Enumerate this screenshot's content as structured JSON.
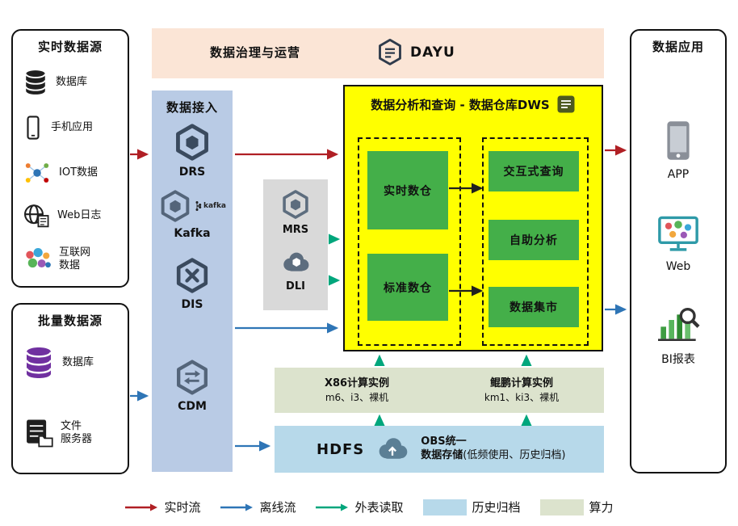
{
  "realtime_sources": {
    "title": "实时数据源",
    "items": [
      {
        "label": "数据库",
        "icon": "database-icon"
      },
      {
        "label": "手机应用",
        "icon": "mobile-phone-icon"
      },
      {
        "label": "IOT数据",
        "icon": "iot-icon"
      },
      {
        "label": "Web日志",
        "icon": "web-log-icon"
      },
      {
        "label": "互联网\n数据",
        "icon": "internet-data-icon"
      }
    ]
  },
  "batch_sources": {
    "title": "批量数据源",
    "items": [
      {
        "label": "数据库",
        "icon": "database-purple-icon"
      },
      {
        "label": "文件\n服务器",
        "icon": "file-server-icon"
      }
    ]
  },
  "governance": {
    "title": "数据治理与运营",
    "product": "DAYU"
  },
  "ingestion": {
    "title": "数据接入",
    "items": [
      {
        "label": "DRS"
      },
      {
        "label": "Kafka",
        "badge": "kafka"
      },
      {
        "label": "DIS"
      },
      {
        "label": "CDM"
      }
    ]
  },
  "middleware": {
    "items": [
      {
        "label": "MRS"
      },
      {
        "label": "DLI"
      }
    ]
  },
  "dws": {
    "title": "数据分析和查询 - 数据仓库DWS",
    "warehouses": [
      "实时数仓",
      "标准数仓"
    ],
    "services": [
      "交互式查询",
      "自助分析",
      "数据集市"
    ]
  },
  "compute": {
    "groups": [
      {
        "title": "X86计算实例",
        "subtitle": "m6、i3、裸机"
      },
      {
        "title": "鲲鹏计算实例",
        "subtitle": "km1、ki3、裸机"
      }
    ]
  },
  "storage": {
    "hdfs": "HDFS",
    "obs_line1": "OBS统一",
    "obs_line2_bold": "数据存储",
    "obs_line2_note": "(低频使用、历史归档)"
  },
  "applications": {
    "title": "数据应用",
    "items": [
      {
        "label": "APP",
        "icon": "app-icon"
      },
      {
        "label": "Web",
        "icon": "web-monitor-icon"
      },
      {
        "label": "BI报表",
        "icon": "bi-report-icon"
      }
    ]
  },
  "legend": {
    "realtime": "实时流",
    "offline": "离线流",
    "external": "外表读取",
    "archive": "历史归档",
    "compute": "算力"
  },
  "colors": {
    "realtime_flow": "#b01f24",
    "offline_flow": "#2e75b6",
    "external_read": "#00a67c",
    "archive_fill": "#b7d9ea",
    "compute_fill": "#dce3cd",
    "dws_fill": "#ffff00",
    "warehouse_green": "#44af49",
    "ingestion_fill": "#b9cbe5",
    "governance_fill": "#fbe5d6",
    "middleware_fill": "#d9d9d9"
  }
}
